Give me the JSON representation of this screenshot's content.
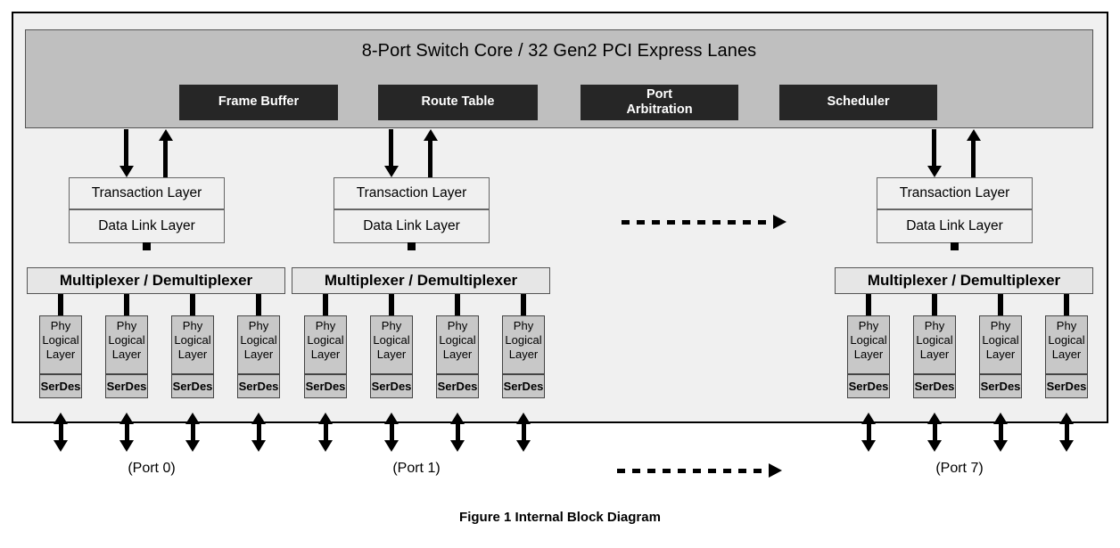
{
  "figure": {
    "caption": "Figure 1  Internal Block Diagram"
  },
  "switch_core": {
    "title": "8-Port Switch Core  /  32 Gen2 PCI Express Lanes",
    "blocks": [
      {
        "label": "Frame Buffer",
        "line2": ""
      },
      {
        "label": "Route Table",
        "line2": ""
      },
      {
        "label": "Port",
        "line2": "Arbitration"
      },
      {
        "label": "Scheduler",
        "line2": ""
      }
    ]
  },
  "layer_labels": {
    "transaction": "Transaction Layer",
    "data_link": "Data Link Layer",
    "mux": "Multiplexer / Demultiplexer",
    "phy_line1": "Phy",
    "phy_line2": "Logical",
    "phy_line3": "Layer",
    "serdes": "SerDes"
  },
  "ports": [
    {
      "id": "port-0",
      "label": "(Port 0)"
    },
    {
      "id": "port-1",
      "label": "(Port 1)"
    },
    {
      "id": "port-7",
      "label": "(Port 7)"
    }
  ],
  "ellipsis": {
    "upper": "dashed-arrow-right",
    "lower": "dashed-arrow-right"
  },
  "colors": {
    "core_fill": "#bfbfbf",
    "core_block_fill": "#262626",
    "core_block_text": "#ffffff",
    "chip_fill": "#f0f0f0",
    "phy_fill": "#c8c8c8",
    "mux_fill": "#e6e6e6",
    "layer_fill": "#f0f0f0",
    "line": "#000000"
  }
}
